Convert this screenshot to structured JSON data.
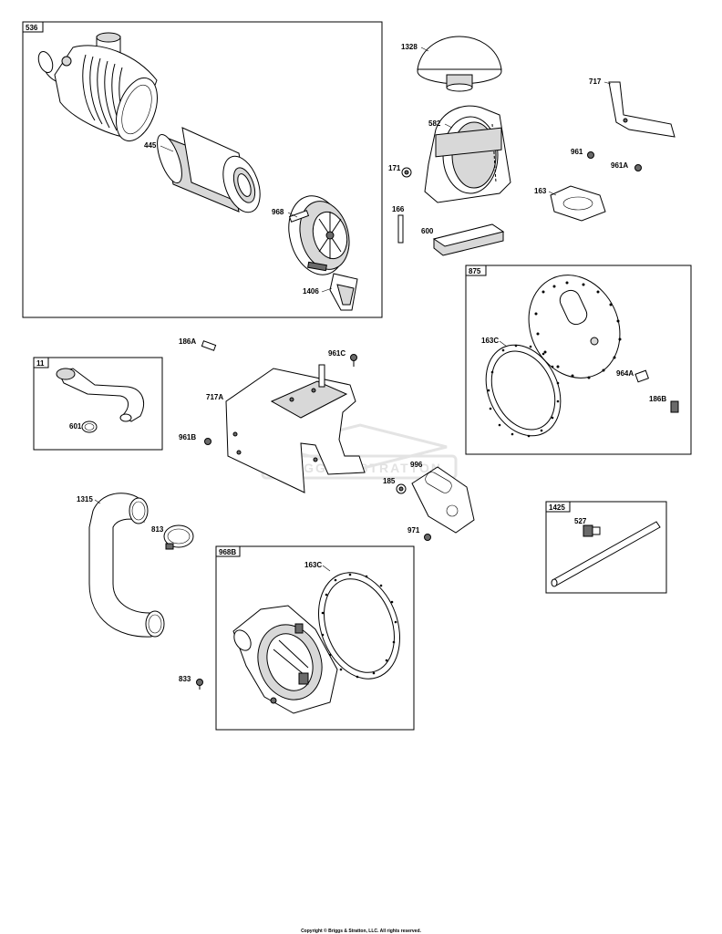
{
  "boxes": {
    "b536": "536",
    "b875": "875",
    "b11": "11",
    "b1425": "1425",
    "b968B": "968B"
  },
  "labels": {
    "l1328": "1328",
    "l717": "717",
    "l582": "582",
    "l445": "445",
    "l961": "961",
    "l961A": "961A",
    "l171": "171",
    "l163": "163",
    "l968": "968",
    "l166": "166",
    "l600": "600",
    "l1406": "1406",
    "l186A": "186A",
    "l163C_top": "163C",
    "l961C": "961C",
    "l964A": "964A",
    "l717A": "717A",
    "l186B": "186B",
    "l601": "601",
    "l961B": "961B",
    "l996": "996",
    "l185": "185",
    "l1315": "1315",
    "l971": "971",
    "l527": "527",
    "l813": "813",
    "l163C_bottom": "163C",
    "l833": "833"
  },
  "watermark": "BRIGGS & STRATTON",
  "copyright": "Copyright © Briggs & Stratton, LLC. All rights reserved."
}
